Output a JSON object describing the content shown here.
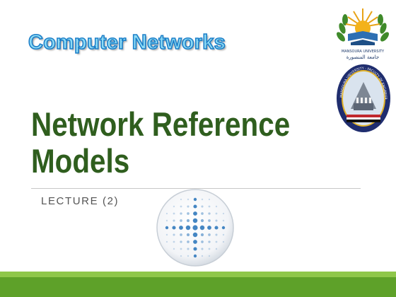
{
  "slide": {
    "course_title": "Computer Networks",
    "title_line1": "Network Reference",
    "title_line2": "Models",
    "subtitle": "LECTURE (2)"
  },
  "logos": {
    "top_caption_en": "MANSOURA UNIVERSITY",
    "top_caption_ar": "جامعة المنصورة",
    "bottom_caption": "MANSOURA UNIVERSITY - FACULTY OF ENGINEERING"
  },
  "colors": {
    "course_title_fill": "#8fdcf5",
    "course_title_stroke": "#1d7fc8",
    "main_title": "#2f5e1e",
    "subtitle": "#555555",
    "band_light": "#8fc74a",
    "band_dark": "#5ea129",
    "globe_dot": "#3a7fc0"
  },
  "icons": [
    "university-emblem-icon",
    "faculty-emblem-icon",
    "dotted-globe-icon"
  ]
}
